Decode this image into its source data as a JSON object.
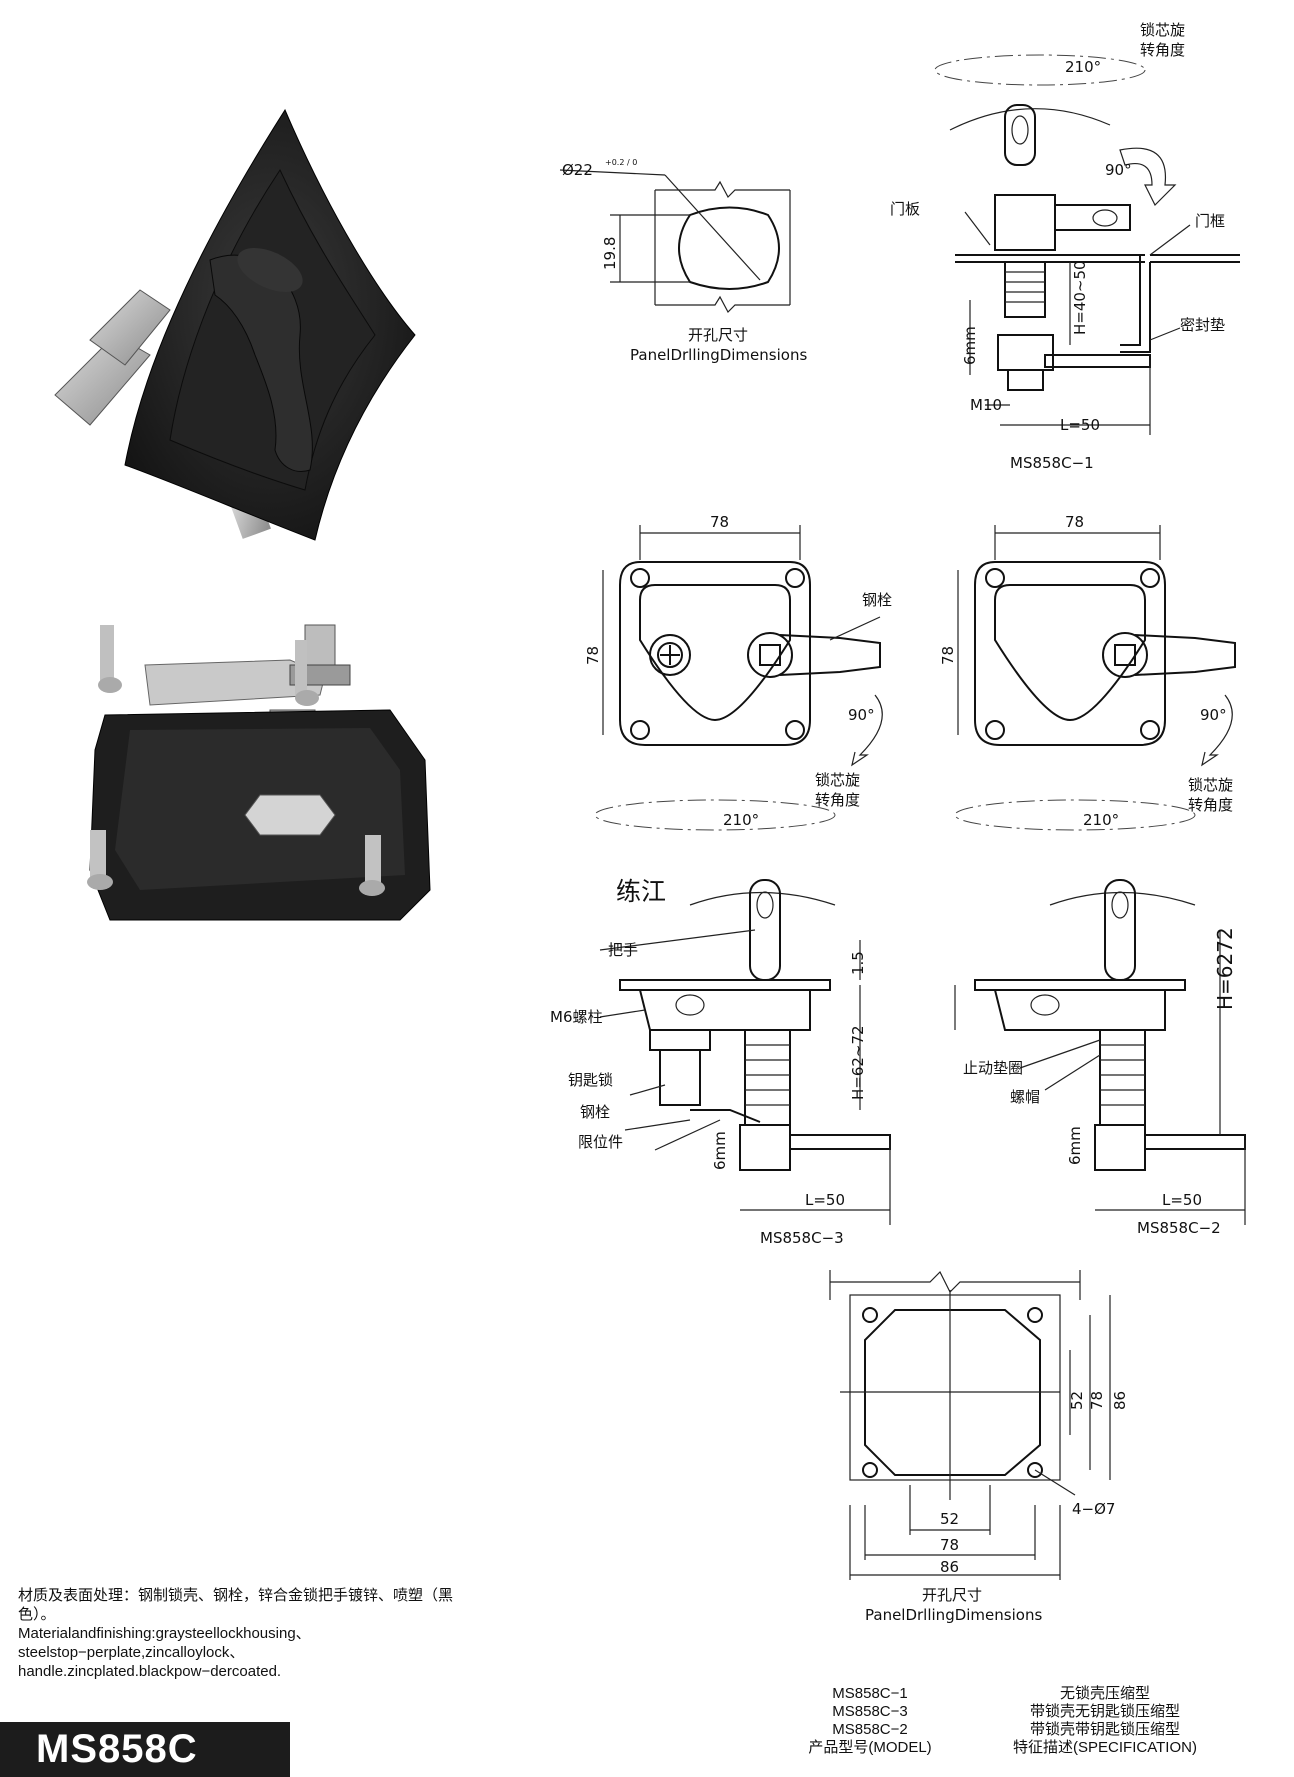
{
  "labels": {
    "rot_top": [
      "锁芯旋",
      "转角度"
    ],
    "deg210": "210°",
    "deg90": "90°",
    "door_panel": "门板",
    "door_frame": "门框",
    "seal": "密封垫",
    "h_40_50": "H=40~50",
    "mm6": "6mm",
    "m10": "M10",
    "l50": "L=50",
    "ms1": "MS858C−1",
    "phi22": "Ø22",
    "tol": "+0.2 / 0",
    "d198": "19.8",
    "drill_cn": "开孔尺寸",
    "drill_en": "PanelDrllingDimensions",
    "d78": "78",
    "steel_bolt": "钢栓",
    "rot_mid": [
      "锁芯旋",
      "转角度"
    ],
    "lianjiang": "练江",
    "handle": "把手",
    "m6_stud": "M6螺柱",
    "key_lock": "钥匙锁",
    "limiter": "限位件",
    "d15": "1.5",
    "h_62_72": "H=62~72",
    "stop_washer": "止动垫圈",
    "nut": "螺帽",
    "h_6272": "H=6272",
    "ms3": "MS858C−3",
    "ms2": "MS858C−2",
    "d52": "52",
    "d86": "86",
    "holes": "4−Ø7"
  },
  "material": {
    "cn": "材质及表面处理：钢制锁壳、钢栓，锌合金锁把手镀锌、喷塑（黑色）。",
    "en": "Materialandfinishing:graysteellockhousing、steelstop−perplate,zincalloylock、handle.zincplated.blackpow−dercoated."
  },
  "model": "MS858C",
  "spec_table": {
    "rows": [
      {
        "model": "MS858C−1",
        "spec": "无锁壳压缩型"
      },
      {
        "model": "MS858C−3",
        "spec": "带锁壳无钥匙锁压缩型"
      },
      {
        "model": "MS858C−2",
        "spec": "带锁壳带钥匙锁压缩型"
      }
    ],
    "header_model": "产品型号(MODEL)",
    "header_spec": "特征描述(SPECIFICATION)"
  },
  "colors": {
    "ink": "#111111",
    "photo_dark": "#1f1f1f",
    "metal": "#b9b9b9"
  }
}
